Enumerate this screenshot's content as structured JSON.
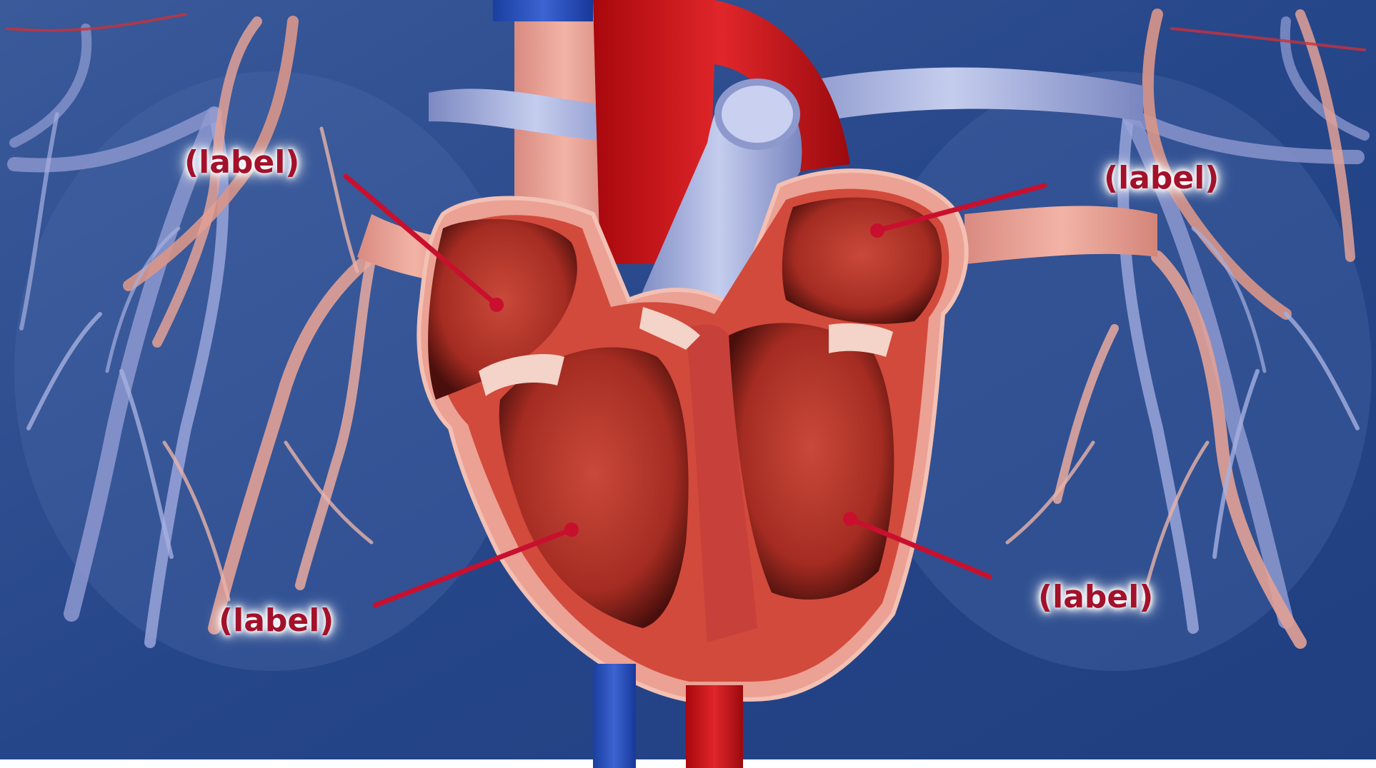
{
  "diagram": {
    "labels": {
      "top_left": "(label)",
      "top_right": "(label)",
      "bottom_left": "(label)",
      "bottom_right": "(label)"
    },
    "colors": {
      "background": "#2a4f8e",
      "heart_outer": "#e89a8c",
      "heart_wall": "#d1473a",
      "chamber": "#b8362a",
      "aorta": "#c8161c",
      "vein": "#9aa6d6",
      "leader_line": "#c8102e",
      "label_text": "#a3112a"
    }
  }
}
